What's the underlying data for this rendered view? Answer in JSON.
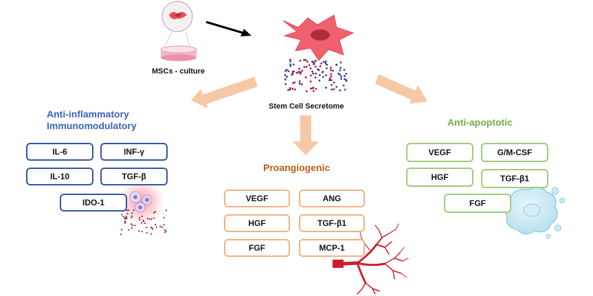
{
  "labels": {
    "culture": "MSCs - culture",
    "secretome": "Stem Cell Secretome"
  },
  "categories": {
    "anti_inflammatory": {
      "title_line1": "Anti-inflammatory",
      "title_line2": "Immunomodulatory",
      "color": "#3a63b8",
      "items": [
        "IL-6",
        "INF-γ",
        "IL-10",
        "TGF-β",
        "IDO-1"
      ]
    },
    "proangiogenic": {
      "title": "Proangiogenic",
      "color": "#c55a11",
      "items": [
        "VEGF",
        "ANG",
        "HGF",
        "TGF-β1",
        "FGF",
        "MCP-1"
      ]
    },
    "anti_apoptotic": {
      "title": "Anti-apoptotic",
      "color": "#70ad47",
      "items": [
        "VEGF",
        "G/M-CSF",
        "HGF",
        "TGF-β1",
        "FGF"
      ]
    }
  },
  "icons": [
    "petri-dish-icon",
    "stem-cell-icon",
    "immune-cells-icon",
    "blood-vessel-icon",
    "apoptotic-cell-icon"
  ]
}
